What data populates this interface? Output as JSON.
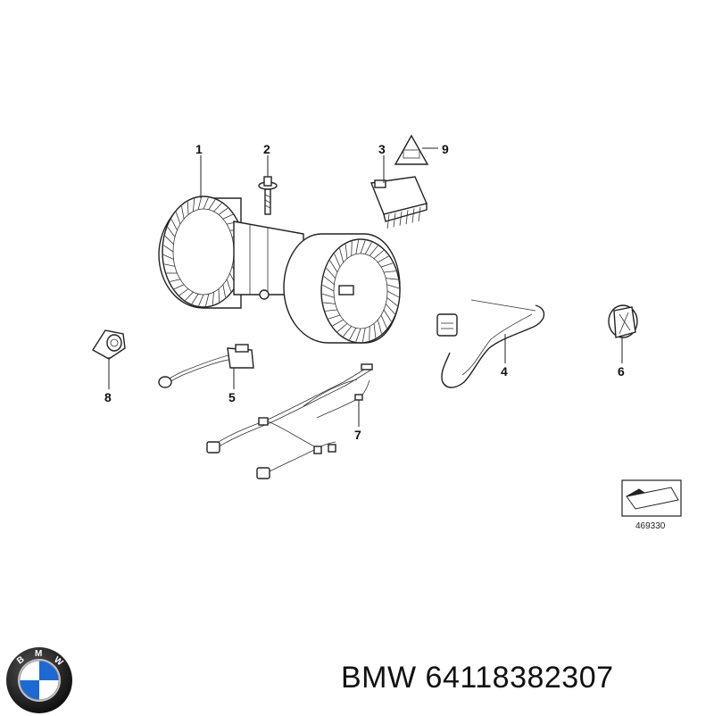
{
  "callouts": {
    "c1": "1",
    "c2": "2",
    "c3": "3",
    "c4": "4",
    "c5": "5",
    "c6": "6",
    "c7": "7",
    "c8": "8",
    "c9": "9"
  },
  "ref_number": "469330",
  "logo": {
    "letters": [
      "B",
      "M",
      "W"
    ],
    "colors": {
      "blue": "#1c69d4",
      "white": "#ffffff",
      "ring": "#111111"
    }
  },
  "caption": {
    "brand": "BMW",
    "part_number": "64118382307"
  }
}
